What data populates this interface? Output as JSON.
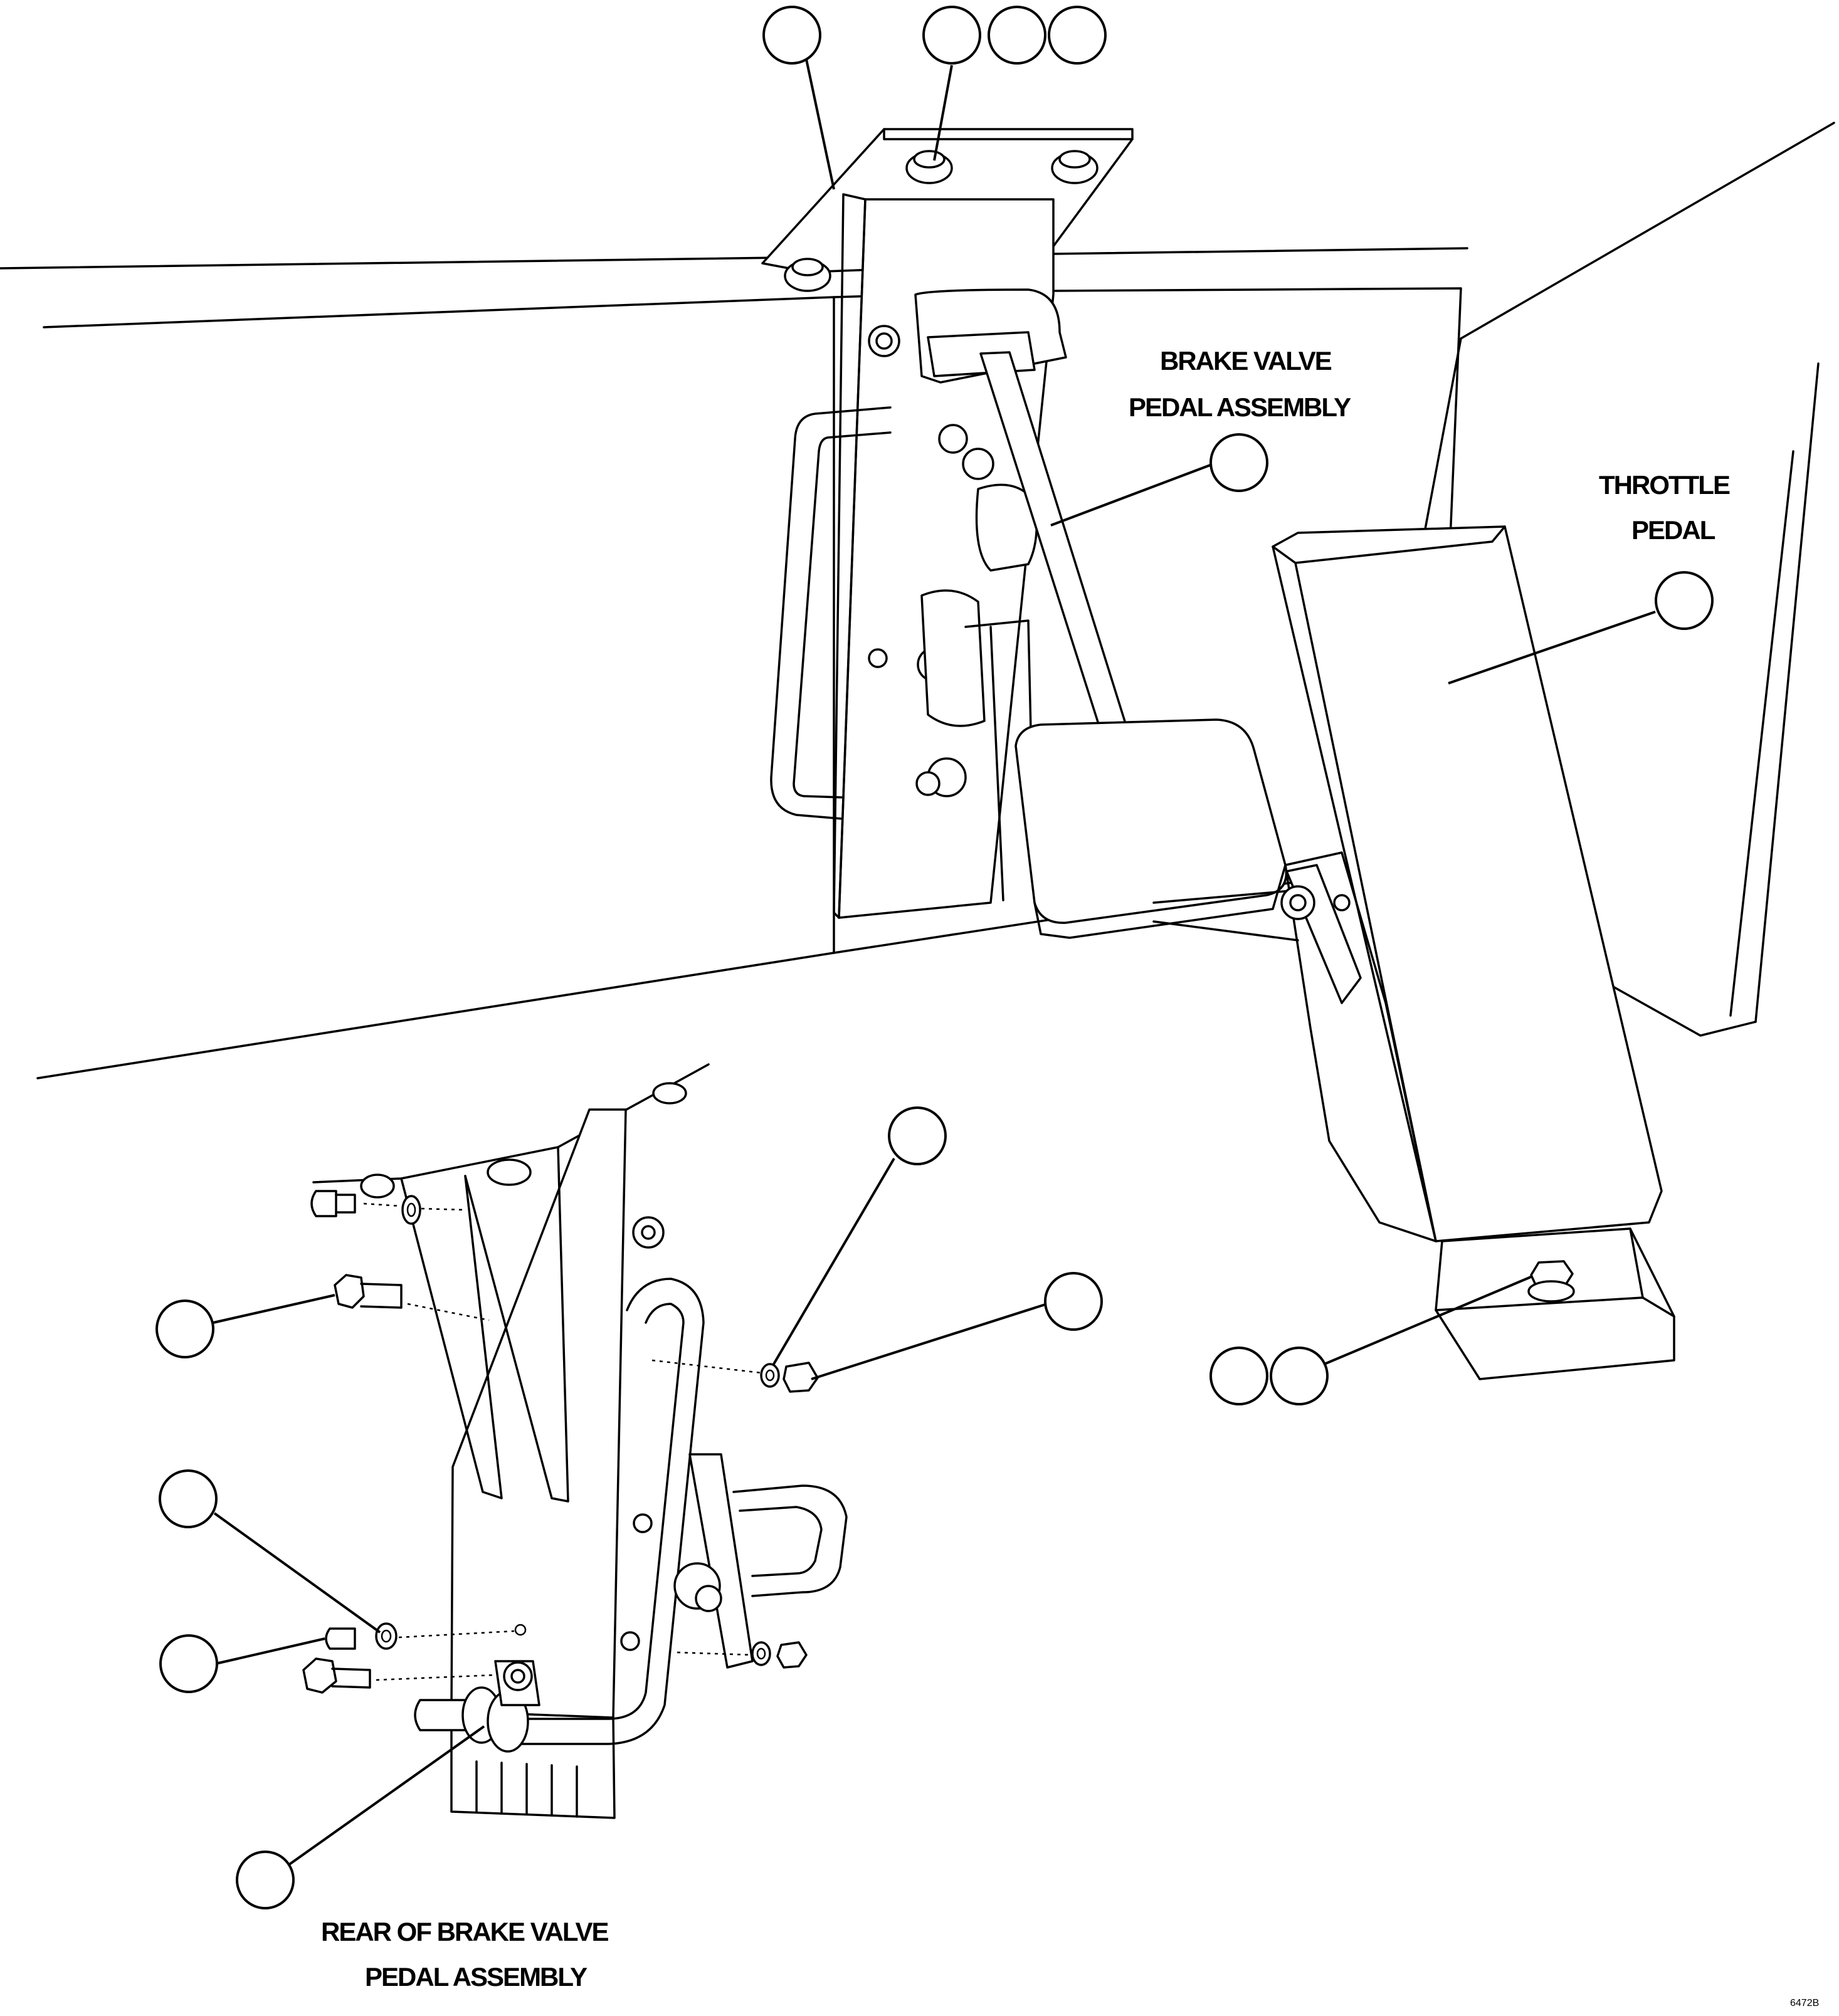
{
  "labels": {
    "brake_valve_line1": "BRAKE VALVE",
    "brake_valve_line2": "PEDAL ASSEMBLY",
    "throttle_line1": "THROTTLE",
    "throttle_line2": "PEDAL",
    "rear_line1": "REAR OF BRAKE VALVE",
    "rear_line2": "PEDAL ASSEMBLY",
    "figure_code": "6472B"
  },
  "callouts": [
    {
      "id": "plate",
      "number": ""
    },
    {
      "id": "nut-a",
      "number": ""
    },
    {
      "id": "nut-b",
      "number": ""
    },
    {
      "id": "nut-c",
      "number": ""
    },
    {
      "id": "brake-pedal",
      "number": ""
    },
    {
      "id": "throttle-pedal",
      "number": ""
    },
    {
      "id": "throttle-bolt-a",
      "number": ""
    },
    {
      "id": "throttle-bolt-b",
      "number": ""
    },
    {
      "id": "washer-right",
      "number": ""
    },
    {
      "id": "nut-right",
      "number": ""
    },
    {
      "id": "bolt-left",
      "number": ""
    },
    {
      "id": "washer-left",
      "number": ""
    },
    {
      "id": "screw-left",
      "number": ""
    },
    {
      "id": "clevis",
      "number": ""
    }
  ]
}
